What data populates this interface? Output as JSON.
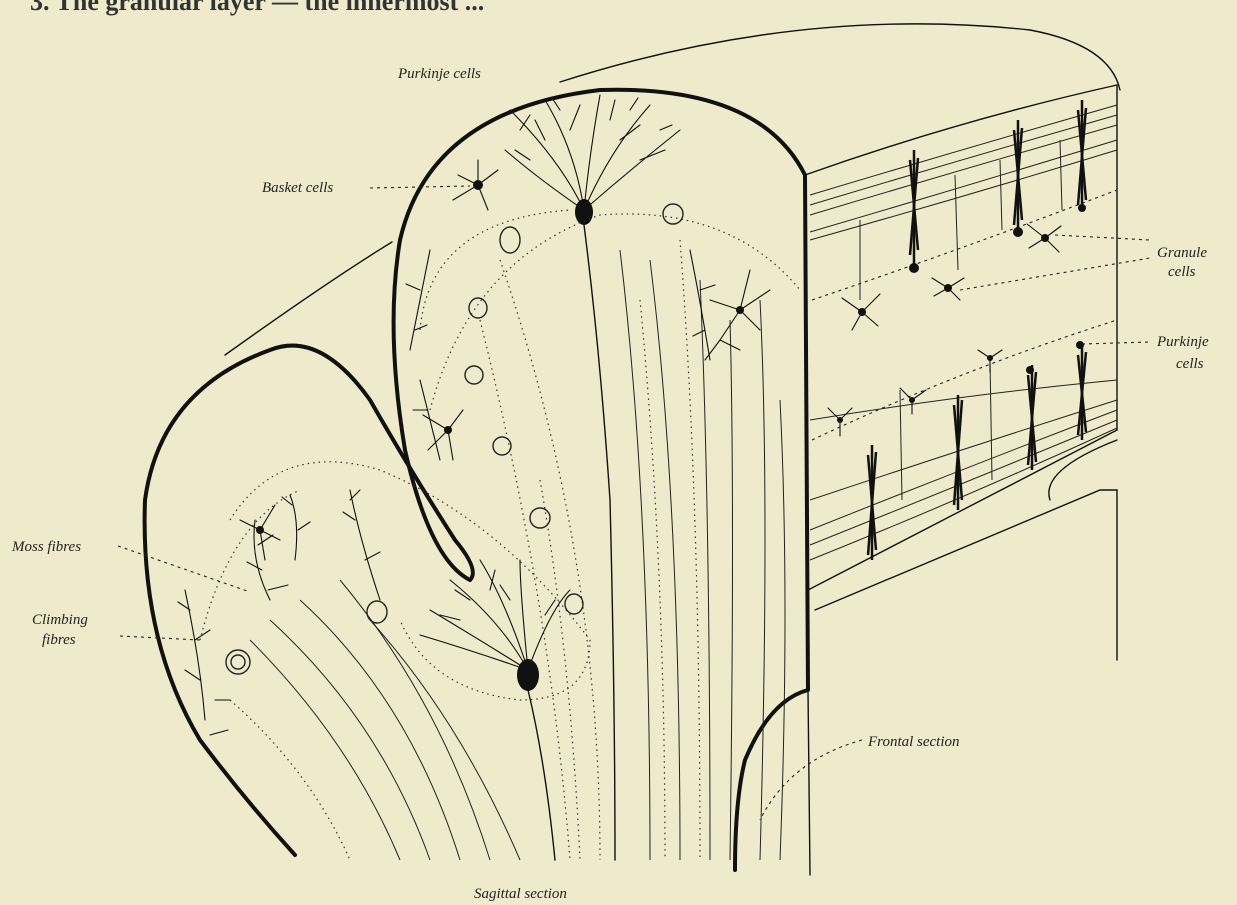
{
  "caption_fragment": "3. The granular layer — the innermost ...",
  "labels": {
    "purkinje_top": "Purkinje cells",
    "basket": "Basket cells",
    "granule_line1": "Granule",
    "granule_line2": "cells",
    "purkinje_right_line1": "Purkinje",
    "purkinje_right_line2": "cells",
    "moss": "Moss fibres",
    "climbing_line1": "Climbing",
    "climbing_line2": "fibres",
    "frontal": "Frontal section",
    "sagittal": "Sagittal section"
  },
  "colors": {
    "paper": "#efeacb",
    "ink": "#111111"
  }
}
